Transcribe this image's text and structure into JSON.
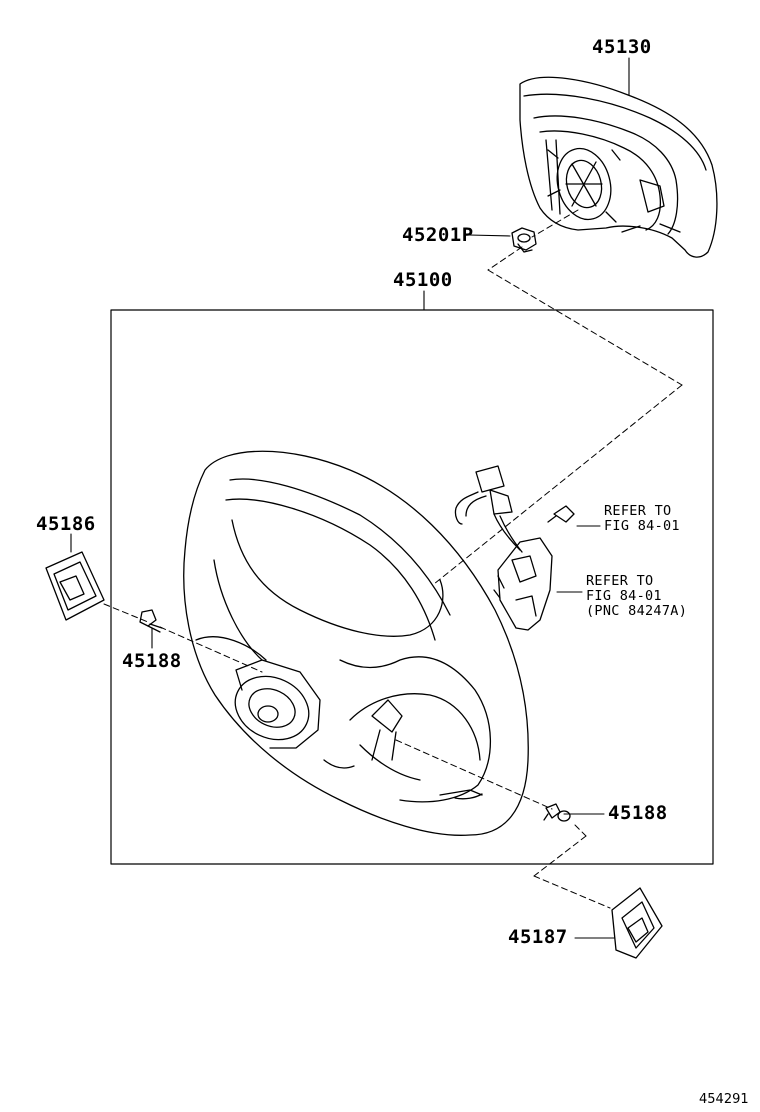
{
  "parts": {
    "airbag_pad": "45130",
    "pad_nut": "45201P",
    "steering_wheel": "45100",
    "cover_left": "45186",
    "screw_left": "45188",
    "screw_right": "45188",
    "cover_right": "45187"
  },
  "refs": {
    "upper": {
      "line1": "REFER TO",
      "line2": "FIG 84-01"
    },
    "lower": {
      "line1": "REFER TO",
      "line2": "FIG 84-01",
      "line3": "(PNC 84247A)"
    }
  },
  "figure_number": "454291"
}
